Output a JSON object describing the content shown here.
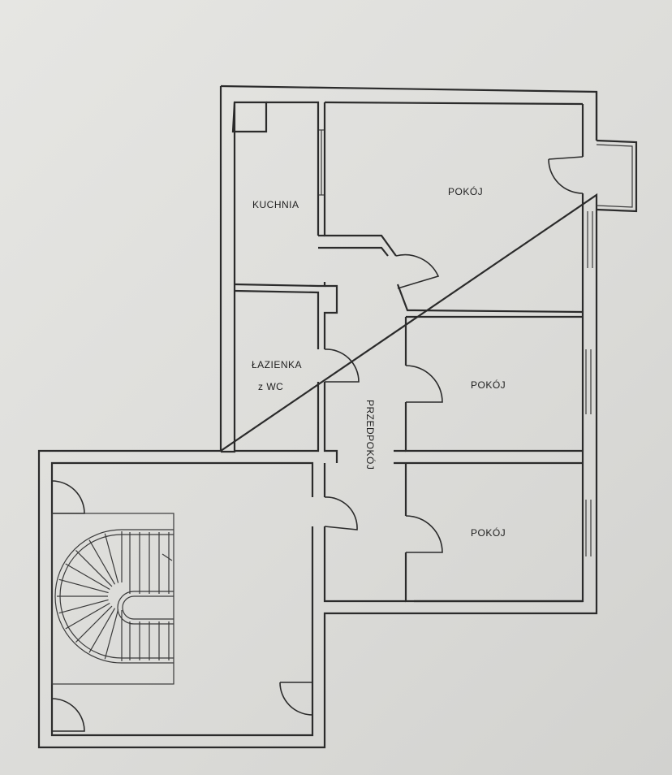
{
  "rooms": {
    "kitchen": "KUCHNIA",
    "room_top": "POKÓJ",
    "bathroom_line1": "ŁAZIENKA",
    "bathroom_line2": "z WC",
    "room_middle": "POKÓJ",
    "hallway": "PRZEDPOKÓJ",
    "room_bottom": "POKÓJ"
  },
  "colors": {
    "paper": "#dedede",
    "ink": "#2b2b2b"
  }
}
